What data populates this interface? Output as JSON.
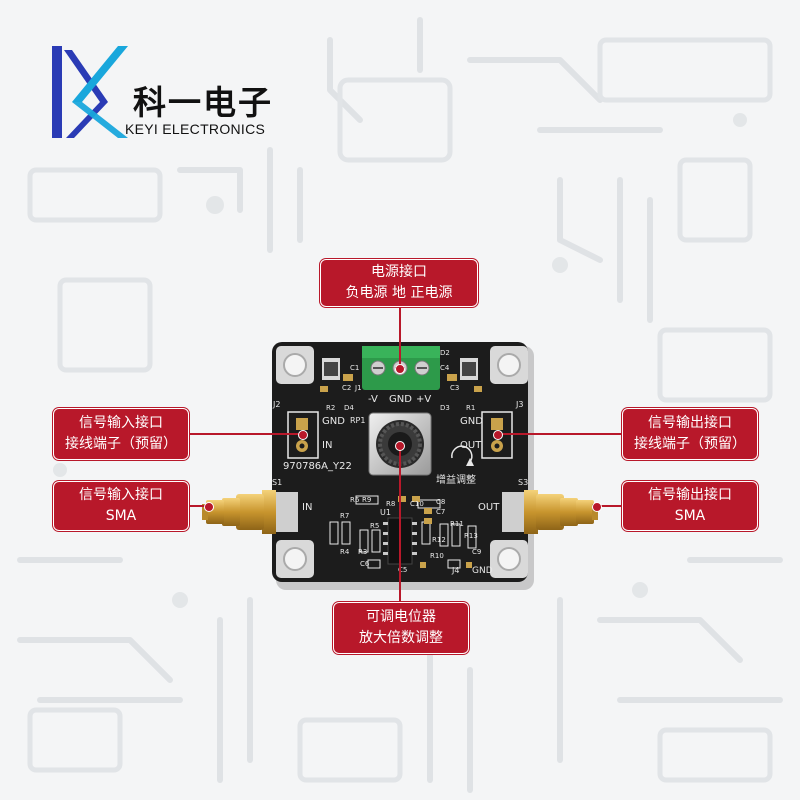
{
  "brand": {
    "name_cn": "科一电子",
    "name_en": "KEYI ELECTRONICS"
  },
  "callouts": {
    "power": {
      "line1": "电源接口",
      "line2": "负电源  地  正电源"
    },
    "input_terminal": {
      "line1": "信号输入接口",
      "line2": "接线端子（预留）"
    },
    "input_sma": {
      "line1": "信号输入接口",
      "line2": "SMA"
    },
    "output_terminal": {
      "line1": "信号输出接口",
      "line2": "接线端子（预留）"
    },
    "output_sma": {
      "line1": "信号输出接口",
      "line2": "SMA"
    },
    "potentiometer": {
      "line1": "可调电位器",
      "line2": "放大倍数调整"
    }
  },
  "pcb": {
    "model": "970786A_Y22",
    "gain_label": "增益调整",
    "power_pins": [
      "-V",
      "GND",
      "+V"
    ],
    "j2": "J2",
    "j3": "J3",
    "j4": "J4",
    "gnd_left": "GND",
    "in_left": "IN",
    "gnd_right": "GND",
    "out_right": "OUT",
    "s1": "S1",
    "s3": "S3",
    "in_sma": "IN",
    "out_sma": "OUT",
    "rp1": "RP1",
    "u1": "U1",
    "gnd_bottom": "GND",
    "refs": [
      "R2",
      "D4",
      "C2",
      "J1",
      "D2",
      "C4",
      "C3",
      "D3",
      "R1",
      "C1",
      "R6",
      "R9",
      "R7",
      "R8",
      "R5",
      "R4",
      "R3",
      "C10",
      "C8",
      "C7",
      "R11",
      "R13",
      "R12",
      "C9",
      "R10",
      "C6",
      "C5"
    ]
  },
  "colors": {
    "accent": "#b8182a",
    "pcb": "#1c1c1c",
    "logo_blue": "#2a3bb5",
    "logo_cyan": "#19a7dc"
  }
}
